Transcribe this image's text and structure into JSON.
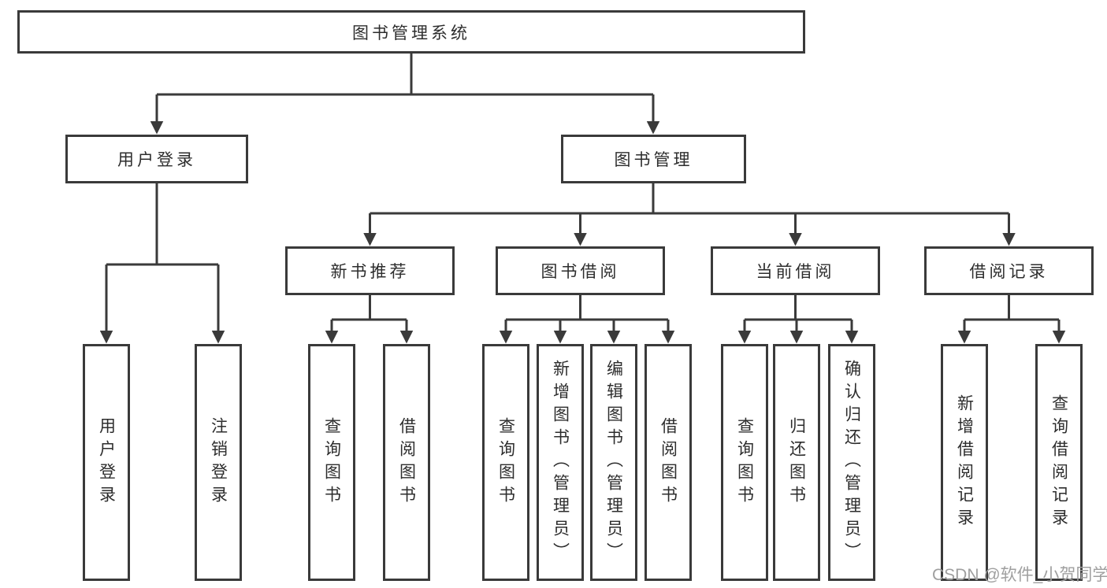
{
  "diagram": {
    "root": "图书管理系统",
    "level2": [
      {
        "label": "用户登录",
        "children": [
          "用户登录",
          "注销登录"
        ]
      },
      {
        "label": "图书管理"
      }
    ],
    "level3": [
      {
        "label": "新书推荐",
        "children": [
          "查询图书",
          "借阅图书"
        ]
      },
      {
        "label": "图书借阅",
        "children": [
          "查询图书",
          "新增图书（管理员）",
          "编辑图书（管理员）",
          "借阅图书"
        ]
      },
      {
        "label": "当前借阅",
        "children": [
          "查询图书",
          "归还图书",
          "确认归还（管理员）"
        ]
      },
      {
        "label": "借阅记录",
        "children": [
          "新增借阅记录",
          "查询借阅记录"
        ]
      }
    ]
  },
  "watermark": "CSDN @软件_小贺同学",
  "colors": {
    "line": "#3a3a3a",
    "border": "#3a3a3a",
    "text": "#2d2d2d",
    "watermark": "#9f9f9f"
  }
}
